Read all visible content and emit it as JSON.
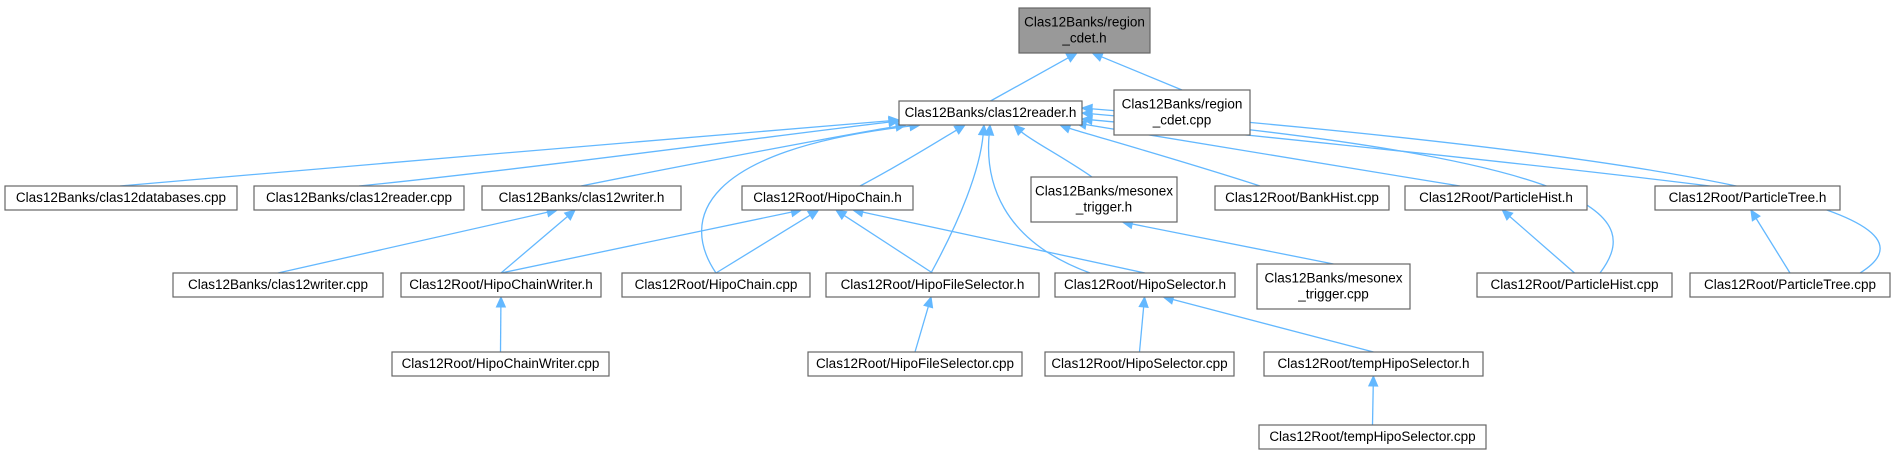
{
  "diagram": {
    "nodes": [
      {
        "id": "root",
        "lines": [
          "Clas12Banks/region",
          "_cdet.h"
        ],
        "root": true
      },
      {
        "id": "region_cpp",
        "lines": [
          "Clas12Banks/region",
          "_cdet.cpp"
        ]
      },
      {
        "id": "reader_h",
        "lines": [
          "Clas12Banks/clas12reader.h"
        ]
      },
      {
        "id": "databases_cpp",
        "lines": [
          "Clas12Banks/clas12databases.cpp"
        ]
      },
      {
        "id": "reader_cpp",
        "lines": [
          "Clas12Banks/clas12reader.cpp"
        ]
      },
      {
        "id": "writer_h",
        "lines": [
          "Clas12Banks/clas12writer.h"
        ]
      },
      {
        "id": "hipochain_h",
        "lines": [
          "Clas12Root/HipoChain.h"
        ]
      },
      {
        "id": "mesonex_h",
        "lines": [
          "Clas12Banks/mesonex",
          "_trigger.h"
        ]
      },
      {
        "id": "bankhist_cpp",
        "lines": [
          "Clas12Root/BankHist.cpp"
        ]
      },
      {
        "id": "particlehist_h",
        "lines": [
          "Clas12Root/ParticleHist.h"
        ]
      },
      {
        "id": "particletree_h",
        "lines": [
          "Clas12Root/ParticleTree.h"
        ]
      },
      {
        "id": "writer_cpp",
        "lines": [
          "Clas12Banks/clas12writer.cpp"
        ]
      },
      {
        "id": "chainwriter_h",
        "lines": [
          "Clas12Root/HipoChainWriter.h"
        ]
      },
      {
        "id": "hipochain_cpp",
        "lines": [
          "Clas12Root/HipoChain.cpp"
        ]
      },
      {
        "id": "fileselector_h",
        "lines": [
          "Clas12Root/HipoFileSelector.h"
        ]
      },
      {
        "id": "selector_h",
        "lines": [
          "Clas12Root/HipoSelector.h"
        ]
      },
      {
        "id": "mesonex_cpp",
        "lines": [
          "Clas12Banks/mesonex",
          "_trigger.cpp"
        ]
      },
      {
        "id": "particlehist_cpp",
        "lines": [
          "Clas12Root/ParticleHist.cpp"
        ]
      },
      {
        "id": "particletree_cpp",
        "lines": [
          "Clas12Root/ParticleTree.cpp"
        ]
      },
      {
        "id": "chainwriter_cpp",
        "lines": [
          "Clas12Root/HipoChainWriter.cpp"
        ]
      },
      {
        "id": "fileselector_cpp",
        "lines": [
          "Clas12Root/HipoFileSelector.cpp"
        ]
      },
      {
        "id": "selector_cpp",
        "lines": [
          "Clas12Root/HipoSelector.cpp"
        ]
      },
      {
        "id": "temp_h",
        "lines": [
          "Clas12Root/tempHipoSelector.h"
        ]
      },
      {
        "id": "temp_cpp",
        "lines": [
          "Clas12Root/tempHipoSelector.cpp"
        ]
      }
    ],
    "edges": [
      {
        "from": "reader_h",
        "to": "root"
      },
      {
        "from": "region_cpp",
        "to": "root"
      },
      {
        "from": "databases_cpp",
        "to": "reader_h"
      },
      {
        "from": "reader_cpp",
        "to": "reader_h"
      },
      {
        "from": "writer_h",
        "to": "reader_h"
      },
      {
        "from": "hipochain_h",
        "to": "reader_h"
      },
      {
        "from": "mesonex_h",
        "to": "reader_h"
      },
      {
        "from": "bankhist_cpp",
        "to": "reader_h"
      },
      {
        "from": "particlehist_h",
        "to": "reader_h"
      },
      {
        "from": "particletree_h",
        "to": "reader_h"
      },
      {
        "from": "hipochain_cpp",
        "to": "reader_h"
      },
      {
        "from": "fileselector_h",
        "to": "reader_h"
      },
      {
        "from": "selector_h",
        "to": "reader_h"
      },
      {
        "from": "particlehist_cpp",
        "to": "reader_h"
      },
      {
        "from": "particletree_cpp",
        "to": "reader_h"
      },
      {
        "from": "writer_cpp",
        "to": "writer_h"
      },
      {
        "from": "chainwriter_h",
        "to": "writer_h"
      },
      {
        "from": "chainwriter_h",
        "to": "hipochain_h"
      },
      {
        "from": "hipochain_cpp",
        "to": "hipochain_h"
      },
      {
        "from": "fileselector_h",
        "to": "hipochain_h"
      },
      {
        "from": "selector_h",
        "to": "hipochain_h"
      },
      {
        "from": "mesonex_cpp",
        "to": "mesonex_h"
      },
      {
        "from": "particlehist_cpp",
        "to": "particlehist_h"
      },
      {
        "from": "particletree_cpp",
        "to": "particletree_h"
      },
      {
        "from": "chainwriter_cpp",
        "to": "chainwriter_h"
      },
      {
        "from": "fileselector_cpp",
        "to": "fileselector_h"
      },
      {
        "from": "selector_cpp",
        "to": "selector_h"
      },
      {
        "from": "temp_h",
        "to": "selector_h"
      },
      {
        "from": "temp_cpp",
        "to": "temp_h"
      }
    ]
  },
  "colors": {
    "edge": "#63b8ff",
    "root_fill": "#999999",
    "node_fill": "#ffffff",
    "node_border": "#666666"
  }
}
